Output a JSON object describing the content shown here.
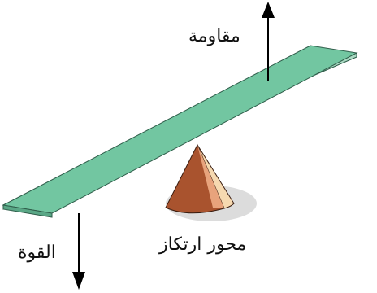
{
  "labels": {
    "resistance": "مقاومة",
    "fulcrum": "محور ارتكاز",
    "effort": "القوة"
  },
  "colors": {
    "lever_top": "#72c6a1",
    "lever_edge": "#2f5d4a",
    "lever_side": "#a9d9c2",
    "fulcrum_dark": "#a9532e",
    "fulcrum_light": "#f6d9b0",
    "fulcrum_mid": "#c8734a",
    "shadow": "#dcdcdc",
    "arrow": "#000000"
  },
  "icons": {
    "resistance_arrow": "arrow-up-icon",
    "effort_arrow": "arrow-down-icon"
  }
}
